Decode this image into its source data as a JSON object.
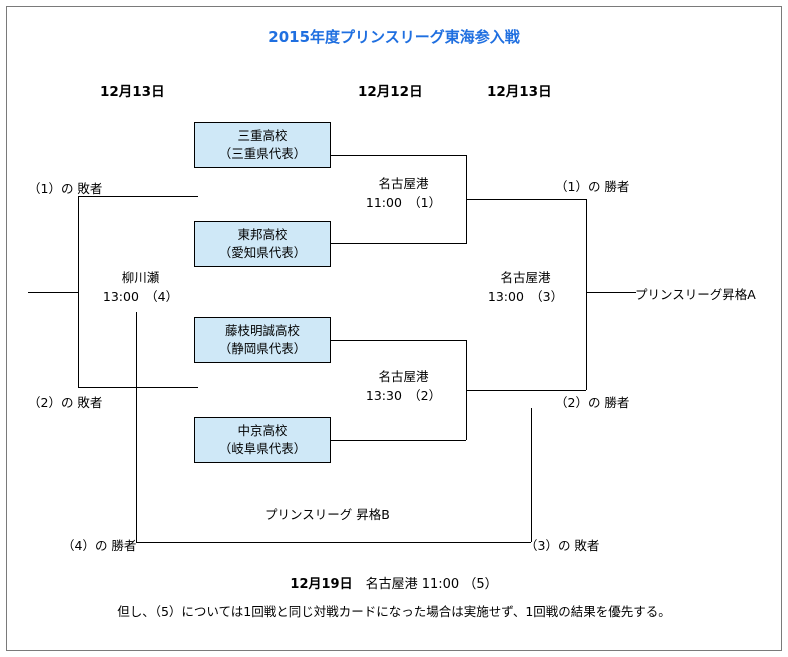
{
  "title": "2015年度プリンスリーグ東海参入戦",
  "date_headers": [
    {
      "label": "12月13日"
    },
    {
      "label": "12月12日"
    },
    {
      "label": "12月13日"
    }
  ],
  "teams": [
    {
      "name": "三重高校",
      "sub": "（三重県代表）"
    },
    {
      "name": "東邦高校",
      "sub": "（愛知県代表）"
    },
    {
      "name": "藤枝明誠高校",
      "sub": "（静岡県代表）"
    },
    {
      "name": "中京高校",
      "sub": "（岐阜県代表）"
    }
  ],
  "matches": [
    {
      "venue": "名古屋港",
      "time": "11:00　（1）"
    },
    {
      "venue": "名古屋港",
      "time": "13:30　（2）"
    },
    {
      "venue": "名古屋港",
      "time": "13:00　（3）"
    },
    {
      "venue": "柳川瀬",
      "time": "13:00　（4）"
    }
  ],
  "labels": {
    "loser1": "（1）の 敗者",
    "loser2": "（2）の 敗者",
    "winner1": "（1）の 勝者",
    "winner2": "（2）の 勝者",
    "winner4": "（4）の 勝者",
    "loser3": "（3）の 敗者",
    "promotion_a": "プリンスリーグ昇格A",
    "promotion_b": "プリンスリーグ 昇格B"
  },
  "footer": {
    "line1_date": "12月19日",
    "line1_rest": "　名古屋港  11:00  （5）",
    "line2": "但し、（5）については1回戦と同じ対戦カードになった場合は実施せず、1回戦の結果を優先する。"
  },
  "colors": {
    "title": "#1f6fe0",
    "team_box_fill": "#cfe8f7",
    "line": "#000000",
    "frame": "#7a7a7a"
  }
}
